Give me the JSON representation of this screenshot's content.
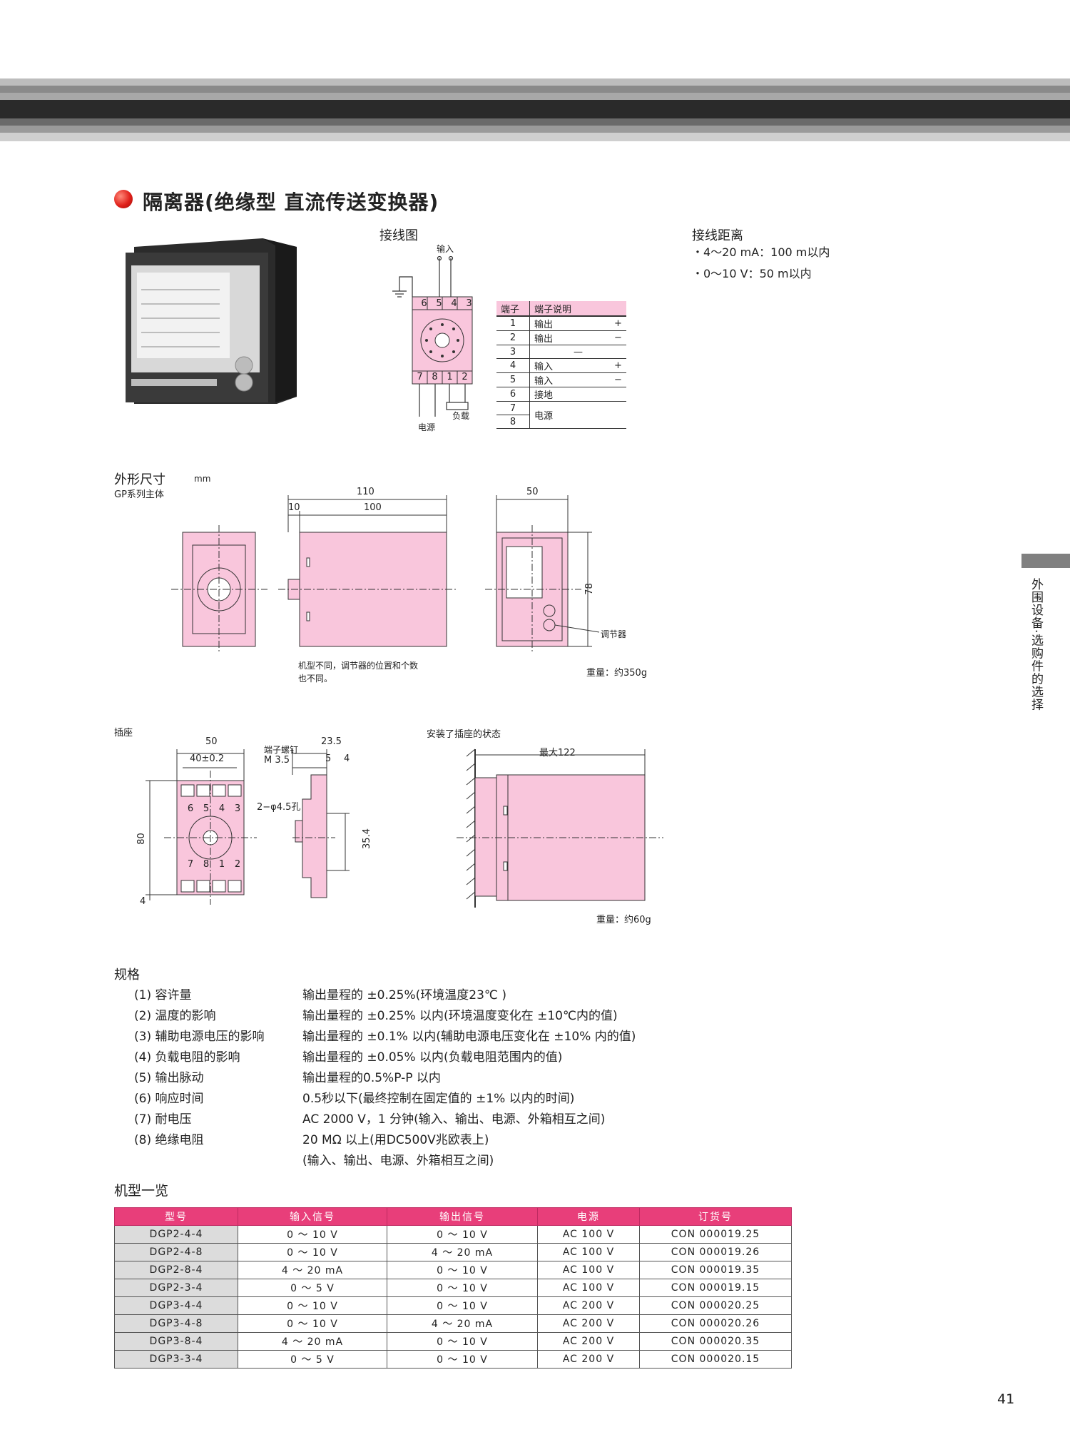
{
  "section": {
    "title": "隔离器(绝缘型  直流传送变换器)"
  },
  "wiring": {
    "title": "接线图",
    "input_label": "输入",
    "power_label": "电源",
    "load_label": "负载",
    "top_terminals": [
      "6",
      "5",
      "4",
      "3"
    ],
    "bottom_terminals": [
      "7",
      "8",
      "1",
      "2"
    ],
    "terminal_table": {
      "headers": [
        "端子",
        "端子说明"
      ],
      "rows": [
        {
          "n": "1",
          "d": "输出",
          "s": "+"
        },
        {
          "n": "2",
          "d": "输出",
          "s": "−"
        },
        {
          "n": "3",
          "d": "—",
          "s": ""
        },
        {
          "n": "4",
          "d": "输入",
          "s": "+"
        },
        {
          "n": "5",
          "d": "输入",
          "s": "−"
        },
        {
          "n": "6",
          "d": "接地",
          "s": ""
        },
        {
          "n": "7",
          "d": "电源",
          "s": ""
        },
        {
          "n": "8",
          "d": "",
          "s": ""
        }
      ]
    }
  },
  "distance": {
    "title": "接线距离",
    "lines": [
      "・4～20 mA：100 m以内",
      "・0～10 V：50 m以内"
    ]
  },
  "dimensions": {
    "title": "外形尺寸",
    "unit": "mm",
    "subtitle": "GP系列主体",
    "dim_110": "110",
    "dim_100": "100",
    "dim_10": "10",
    "dim_50": "50",
    "dim_78": "78",
    "adjuster": "调节器",
    "note_line1": "机型不同，调节器的位置和个数",
    "note_line2": "也不同。",
    "weight": "重量：约350g"
  },
  "socket": {
    "title": "插座",
    "dim_50": "50",
    "dim_40": "40±0.2",
    "screw_label": "端子螺钉",
    "screw_size": "M 3.5",
    "dim_23_5": "23.5",
    "dim_5": "5",
    "dim_4": "4",
    "hole": "2−φ4.5孔",
    "dim_80": "80",
    "dim_35_4": "35.4",
    "dim_4b": "4",
    "top_nums": [
      "6",
      "5",
      "4",
      "3"
    ],
    "bottom_nums": [
      "7",
      "8",
      "1",
      "2"
    ]
  },
  "mounted": {
    "title": "安装了插座的状态",
    "max": "最大122",
    "weight": "重量：约60g"
  },
  "specs": {
    "title": "规格",
    "items": [
      {
        "k": "(1) 容许量",
        "v": "输出量程的 ±0.25%(环境温度23℃ )"
      },
      {
        "k": "(2) 温度的影响",
        "v": "输出量程的 ±0.25% 以内(环境温度变化在 ±10℃内的值)"
      },
      {
        "k": "(3) 辅助电源电压的影响",
        "v": "输出量程的 ±0.1% 以内(辅助电源电压变化在 ±10% 内的值)"
      },
      {
        "k": "(4) 负载电阻的影响",
        "v": "输出量程的 ±0.05% 以内(负载电阻范围内的值)"
      },
      {
        "k": "(5) 输出脉动",
        "v": "输出量程的0.5%P-P 以内"
      },
      {
        "k": "(6) 响应时间",
        "v": "0.5秒以下(最终控制在固定值的 ±1% 以内的时间)"
      },
      {
        "k": "(7) 耐电压",
        "v": "AC 2000 V，1 分钟(输入、输出、电源、外箱相互之间)"
      },
      {
        "k": "(8) 绝缘电阻",
        "v": "20 MΩ 以上(用DC500V兆欧表上)"
      }
    ],
    "extra": "(输入、输出、电源、外箱相互之间)"
  },
  "models": {
    "title": "机型一览",
    "headers": [
      "型号",
      "输入信号",
      "输出信号",
      "电源",
      "订货号"
    ],
    "rows": [
      [
        "DGP2-4-4",
        "0 ～ 10 V",
        "0 ～ 10 V",
        "AC 100 V",
        "CON 000019.25"
      ],
      [
        "DGP2-4-8",
        "0 ～ 10 V",
        "4 ～ 20 mA",
        "AC 100 V",
        "CON 000019.26"
      ],
      [
        "DGP2-8-4",
        "4 ～ 20 mA",
        "0 ～ 10 V",
        "AC 100 V",
        "CON 000019.35"
      ],
      [
        "DGP2-3-4",
        "0 ～ 5 V",
        "0 ～ 10 V",
        "AC 100 V",
        "CON 000019.15"
      ],
      [
        "DGP3-4-4",
        "0 ～ 10 V",
        "0 ～ 10 V",
        "AC 200 V",
        "CON 000020.25"
      ],
      [
        "DGP3-4-8",
        "0 ～ 10 V",
        "4 ～ 20 mA",
        "AC 200 V",
        "CON 000020.26"
      ],
      [
        "DGP3-8-4",
        "4 ～ 20 mA",
        "0 ～ 10 V",
        "AC 200 V",
        "CON 000020.35"
      ],
      [
        "DGP3-3-4",
        "0 ～ 5 V",
        "0 ～ 10 V",
        "AC 200 V",
        "CON 000020.15"
      ]
    ]
  },
  "side_tab": {
    "text": "外围设备·选购件的选择"
  },
  "page_number": "41",
  "colors": {
    "accent": "#e83e7a",
    "pink": "#f9c6dc",
    "dot": "#e0201a"
  }
}
